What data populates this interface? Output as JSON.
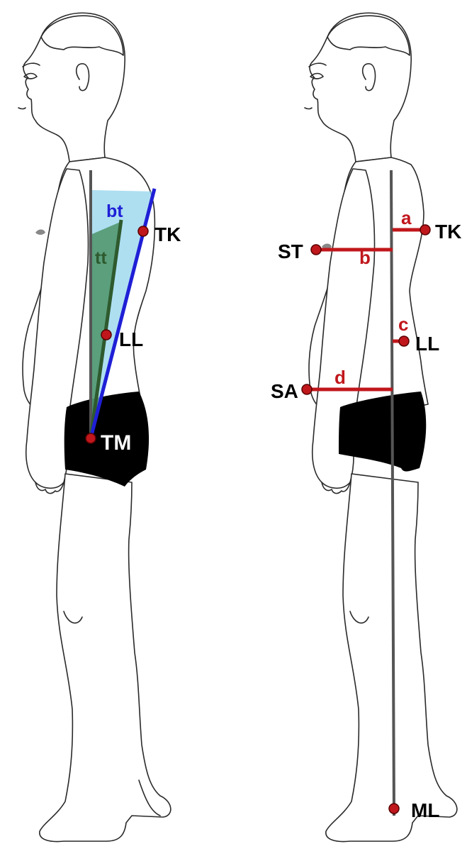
{
  "colors": {
    "plumb": "#555555",
    "marker": "#c0171c",
    "bt_line": "#1f1fd6",
    "bt_fill": "#8fd3ec",
    "tt_line": "#2e5a2e",
    "tt_fill": "#3f8a55",
    "shorts": "#000000",
    "measure": "#c0171c"
  },
  "left_figure": {
    "angles": {
      "bt": "bt",
      "tt": "tt"
    },
    "landmarks": {
      "tk": "TK",
      "ll": "LL",
      "tm": "TM"
    }
  },
  "right_figure": {
    "landmarks": {
      "tk": "TK",
      "st": "ST",
      "ll": "LL",
      "sa": "SA",
      "ml": "ML"
    },
    "distances": {
      "a": "a",
      "b": "b",
      "c": "c",
      "d": "d"
    }
  }
}
